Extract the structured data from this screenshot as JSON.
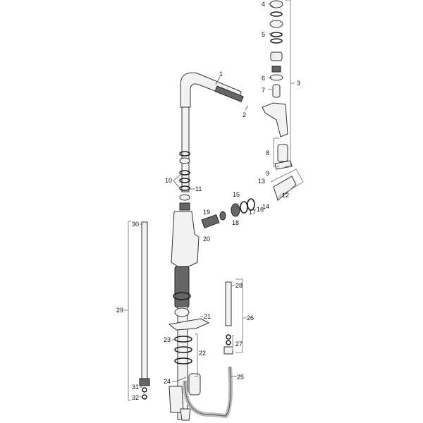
{
  "title": "Exploded parts diagram of pull-out kitchen faucet",
  "labels": {
    "p1": "1",
    "p2": "2",
    "p3": "3",
    "p4": "4",
    "p5": "5",
    "p6": "6",
    "p7": "7",
    "p8": "8",
    "p9": "9",
    "p10": "10",
    "p11": "11",
    "p12": "12",
    "p13": "13",
    "p14": "14",
    "p15": "15",
    "p16": "16",
    "p17": "17",
    "p18": "18",
    "p19": "19",
    "p20": "20",
    "p21": "21",
    "p22": "22",
    "p23": "23",
    "p24": "24",
    "p25": "25",
    "p26": "26",
    "p27": "27",
    "p28": "28",
    "p29": "29",
    "p30": "30",
    "p31": "31",
    "p32": "32"
  }
}
